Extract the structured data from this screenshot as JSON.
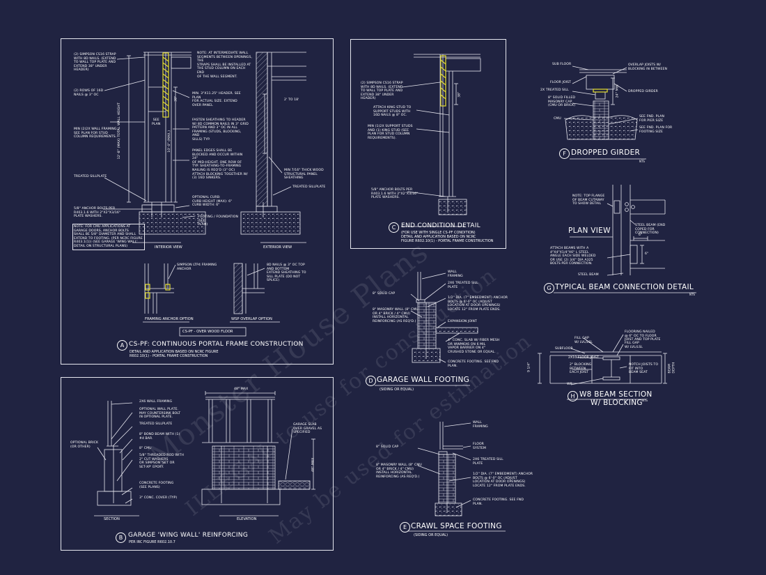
{
  "watermark": {
    "line1": "Monster House Plans",
    "line2": "ILLEGAL to use for construction",
    "line3": "May be used for estimation"
  },
  "detailA": {
    "letter": "A",
    "title": "CS-PF: Continuous Portal Frame Construction",
    "subtitle": "Detail and application based on NCRC figure\nR602.10(1) - Portal frame construction",
    "tag": "CS-PF - over wood floor",
    "interior_label": "Interior view",
    "exterior_label": "Exterior view",
    "option1": "Framing anchor option",
    "option2": "Wsp overlap option",
    "notes": {
      "n1": "(2) Simpson CS16 strap\nwith 8d nails. (extend\nto wall top plate and\nextend 38\" under\nheader)",
      "n2": "(2) rows of 16d\nnails @ 3\" OC",
      "n3": "Min (2)2x wall framing.\nsee plan for stud\ncolumn requirements.",
      "n4": "Treated sillplate",
      "n5": "5/8\" anchor bolts per\nR403.1.6 with 2\"x2\"x3/16\"\nplate washers.",
      "n6": "Note: for CMU applications at\ngarage doors, anchor bolts\nshall be 5/8\" diameter and shall\nextend to footing. (per NCRC figure\nR403.1(1)) (see garage 'wing wall'\ndetail on structural plans)",
      "n7": "Note: at intermediate wall\nsegments between openings, the\nstraps shall be installed at\nthe stud column on each end\nof the wall segment.",
      "n8": "Min. 3\"x11.25\" header. see plan\nfor actual size. extend\nover panel",
      "n9": "Fasten sheathing to header\nw/ 8d common nails in 3\" grid\npattern and 3\" OC in all\nframing (studs, blocking, and\nsills) typ.",
      "n10": "Panel edges shall be\nblocked and occur within 24\"\nof mid-height. one row of\ntyp. sheathing-to-framing\nnailing is req'd (3\" oc)\nattach blocking together w/\n(3) 16d sinkers.",
      "n11": "Optional curb:\ncurb height (max): 6\"\ncurb width: 6\"",
      "n12": "Footing / foundation (see\nplan)",
      "n13": "Min 7/16\" thick wood\nstructural panel\nsheathing",
      "n14": "Treated sillplate",
      "n15": "Simpson LTP4 framing\nanchor",
      "n16": "8d nails @ 3\" OC top\nand bottom\nextend sheathing to\nsill plate (do not\nsplice)",
      "dim1": "2' to 18'",
      "dim2": "38\"",
      "dim3": "10'-0\" (max.)",
      "dim4": "12'-8\" (max) total wall height",
      "see_plan": "See\nplan"
    }
  },
  "detailB": {
    "letter": "B",
    "title": "Garage 'wing wall' reinforcing",
    "subtitle": "Per IRC figure R602.10.7",
    "section_label": "Section",
    "elevation_label": "Elevation",
    "dim_top": "48\" max",
    "dim_right": "48\" max",
    "notes": {
      "n1": "2x6 wall framing",
      "n2": "Optional wall plate.\nmay countersink bolt\nin optional plate.",
      "n3": "Treated sillplate",
      "n4": "8\" bond beam with (1)\n#4 bar.",
      "n5": "8\" CMU",
      "n6": "5/8\" threaded rod with\n2\" cut washers\nor Simpson 'SET or\nSET-XP' epoxy.",
      "n7": "Concrete footing\n(see plans)",
      "n8": "3\" conc. cover (typ)",
      "n9": "Optional brick\n(or other)",
      "n10": "Garage slab\nover gravel as\nspecified"
    }
  },
  "detailC": {
    "letter": "C",
    "title": "End condition detail",
    "subtitle": "(for use with single CS-PF condition)\ndetail and application based on NCRC\nfigure R602.10(1) - portal frame construction",
    "notes": {
      "n1": "(2) Simpson CS16 strap\nwith 8d nails. (extend\nto wall top plate and\nextend 38\" under\nheader)",
      "n2": "Attach king stud to\nsupport studs with\n16d nails @ 8\" oc.",
      "n3": "Min (1)2x support studs\nand (1) king stud (see\nplan for stud column\nrequirements).",
      "n4": "5/8\" anchor bolts per\nR403.1.6 with 2\"x2\"x3/16\"\nplate washers.",
      "dim1": "38\""
    }
  },
  "detailD": {
    "letter": "D",
    "title": "Garage wall footing",
    "subtitle": "(siding or equal)",
    "notes": {
      "n1": "Wall\nframing",
      "n2": "2x6 treated sill\nplate",
      "n3": "8\" solid cap",
      "n4": "1/2\" dia. (7\" embedment) anchor\nbolts @ 6'-0\" oc (adjust\nlocation at door openings)\nlocate 12\" from plate ends.",
      "n5": "8\" masonry wall (8\" CMU\nor 4\" brick / 4\" CMU)\ninstall horizontal\nreinforcing (as req'd.)",
      "n6": "Expansion joint",
      "n7": "4\" conc. slab w/ fiber mesh\nor wwm6x6 on 6 mil\nvapor barrier on 4\"\ncrushed stone or equal.",
      "n8": "Concrete footing. see fnd\nplan."
    }
  },
  "detailE": {
    "letter": "E",
    "title": "Crawl space footing",
    "subtitle": "(siding or equal)",
    "notes": {
      "n1": "Wall\nframing",
      "n2": "8\" solid cap",
      "n3": "Floor\nsystem",
      "n4": "2x6 treated sill\nplate",
      "n5": "8\" masonry wall (8\" CMU\nor 4\" brick / 4\" CMU)\ninstall horizontal\nreinforcing (as req'd.)",
      "n6": "1/2\" dia. (7\" embedment) anchor\nbolts @ 6'-0\" oc (adjust\nlocation at door openings)\nlocate 12\" from plate ends.",
      "n7": "Concrete footing. see fnd\nplan."
    }
  },
  "detailF": {
    "letter": "F",
    "title": "Dropped girder",
    "nts": "NTS",
    "notes": {
      "n1": "Sub floor",
      "n2": "Floor joist",
      "n3": "2x treated sill",
      "n4": "8\" solid filled\nmasonry cap\n(CMU or brick)",
      "n5": "CMU",
      "n6": "Overlap joists w/\nblocking in between",
      "n7": "Dropped girder",
      "n8": "See fnd. plan\nfor pier size",
      "n9": "See fnd. plan for\nfooting size",
      "dim1": "24\" min"
    }
  },
  "detailG": {
    "letter": "G",
    "title": "Typical beam connection detail",
    "nts": "NTS",
    "plan_view": "Plan view",
    "notes": {
      "n1": "Note: top flange\nof beam cutaway\nto show detail",
      "n2": "Steel beam (end\ncoped for\nconnection)",
      "n3": "Attach beams with a\n4\"x4\"x1/4\"x6\" L steel\nangle each side welded\nor use (2) 3/4\" dia a325\nbolts per connection.",
      "n4": "Steel beam",
      "dim1": "6\"",
      "dim2": "6\""
    }
  },
  "detailH": {
    "letter": "H",
    "title": "W8 beam section",
    "title2": "w/ blocking",
    "nts": "NTS",
    "notes": {
      "n1": "Fill gap\nw/ LVL/LSL",
      "n2": "Flooring nailed\n@ 6\" oc to floor\njoist and top plate",
      "n3": "Fill gap\nw/ LVL/LSL",
      "n4": "Subfloor",
      "n5": "2x10 floor joist",
      "n6": "2\" blocking\nbetween\neach joist",
      "n7": "Notch joists to\nfit into\nbeam seat",
      "n8": "W8",
      "dim1": "9 1/4\"",
      "dim2": "Beam\ndepth"
    }
  }
}
